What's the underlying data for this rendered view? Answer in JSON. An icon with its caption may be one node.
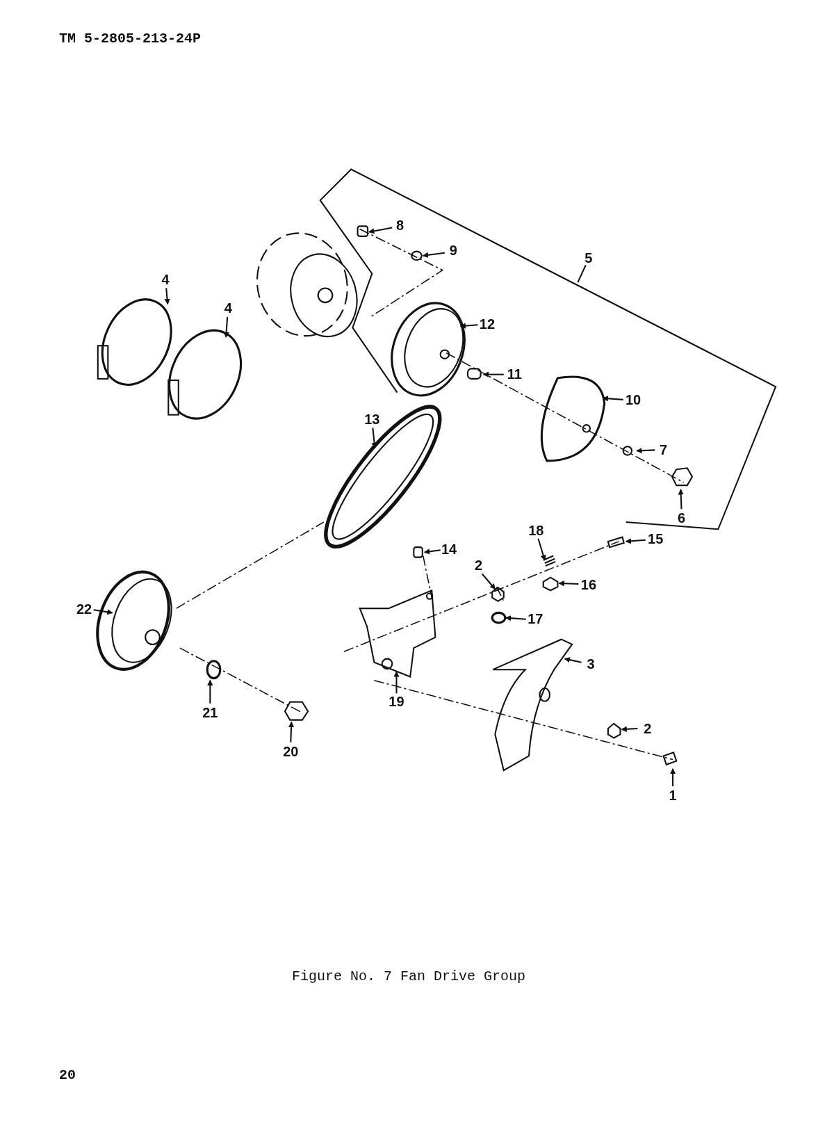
{
  "diagram": {
    "caption": "Figure No. 7 Fan Drive Group",
    "nodes": [
      {
        "text": [
          "8"
        ]
      },
      {
        "text": [
          "9"
        ]
      },
      {
        "text": [
          "5"
        ]
      },
      {
        "text": [
          "4"
        ]
      },
      {
        "text": [
          "4"
        ]
      },
      {
        "text": [
          "12"
        ]
      },
      {
        "text": [
          "11"
        ]
      },
      {
        "text": [
          "10"
        ]
      },
      {
        "text": [
          "13"
        ]
      },
      {
        "text": [
          "7"
        ]
      },
      {
        "text": [
          "6"
        ]
      },
      {
        "text": [
          "18"
        ]
      },
      {
        "text": [
          "15"
        ]
      },
      {
        "text": [
          "14"
        ]
      },
      {
        "text": [
          "2"
        ]
      },
      {
        "text": [
          "16"
        ]
      },
      {
        "text": [
          "22"
        ]
      },
      {
        "text": [
          "17"
        ]
      },
      {
        "text": [
          "3"
        ]
      },
      {
        "text": [
          "19"
        ]
      },
      {
        "text": [
          "21"
        ]
      },
      {
        "text": [
          "2"
        ]
      },
      {
        "text": [
          "20"
        ]
      },
      {
        "text": [
          "1"
        ]
      }
    ],
    "edges": [
      {
        "from": 0,
        "to": null,
        "arrow": "to"
      },
      {
        "from": 1,
        "to": null,
        "arrow": "to"
      },
      {
        "from": 2,
        "to": null,
        "arrow": "none"
      },
      {
        "from": 3,
        "to": null,
        "arrow": "to"
      },
      {
        "from": 4,
        "to": null,
        "arrow": "to"
      },
      {
        "from": 5,
        "to": null,
        "arrow": "to"
      },
      {
        "from": 6,
        "to": null,
        "arrow": "to"
      },
      {
        "from": 7,
        "to": null,
        "arrow": "to"
      },
      {
        "from": 8,
        "to": null,
        "arrow": "to"
      },
      {
        "from": 9,
        "to": null,
        "arrow": "to"
      },
      {
        "from": 10,
        "to": null,
        "arrow": "to"
      },
      {
        "from": 11,
        "to": null,
        "arrow": "to"
      },
      {
        "from": 12,
        "to": null,
        "arrow": "to"
      },
      {
        "from": 13,
        "to": null,
        "arrow": "to"
      },
      {
        "from": 14,
        "to": null,
        "arrow": "to"
      },
      {
        "from": 15,
        "to": null,
        "arrow": "to"
      },
      {
        "from": 16,
        "to": null,
        "arrow": "to"
      },
      {
        "from": 17,
        "to": null,
        "arrow": "to"
      },
      {
        "from": 18,
        "to": null,
        "arrow": "to"
      },
      {
        "from": 19,
        "to": null,
        "arrow": "to"
      },
      {
        "from": 20,
        "to": null,
        "arrow": "to"
      },
      {
        "from": 21,
        "to": null,
        "arrow": "to"
      },
      {
        "from": 22,
        "to": null,
        "arrow": "to"
      },
      {
        "from": 23,
        "to": null,
        "arrow": "to"
      }
    ],
    "labels": [
      "TM 5-2805-213-24P",
      "20"
    ]
  }
}
